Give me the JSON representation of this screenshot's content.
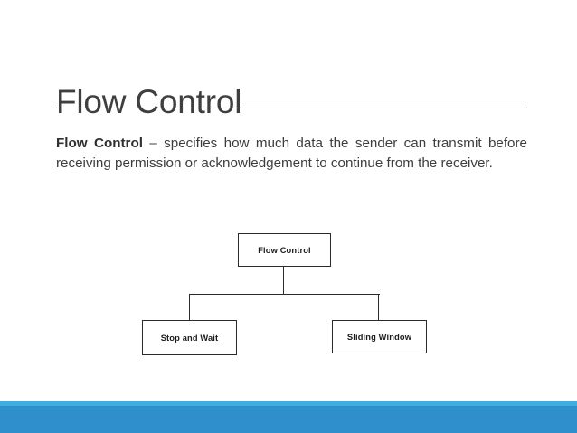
{
  "slide": {
    "title": "Flow Control",
    "body": {
      "lead": "Flow Control",
      "rest": " – specifies how much data the sender can transmit before receiving permission or acknowledgement to continue from the receiver."
    }
  },
  "diagram": {
    "root": {
      "label": "Flow Control"
    },
    "children": [
      {
        "label": "Stop and Wait"
      },
      {
        "label": "Sliding Window"
      }
    ]
  },
  "theme": {
    "accent_light": "#3fadde",
    "accent_dark": "#2e8fcc",
    "title_color": "#3f3f3f",
    "body_color": "#3d3d3d",
    "node_border": "#2b2b2b",
    "background": "#ffffff"
  }
}
